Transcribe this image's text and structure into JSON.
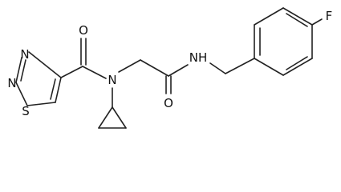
{
  "molecule": {
    "atoms": {
      "n_thiadiazole_top": "N",
      "n_thiadiazole_mid": "N",
      "s_thiadiazole": "S",
      "o_amide_left": "O",
      "n_amide_center": "N",
      "o_amide_right": "O",
      "nh_amide": "NH",
      "f_aryl": "F"
    }
  }
}
